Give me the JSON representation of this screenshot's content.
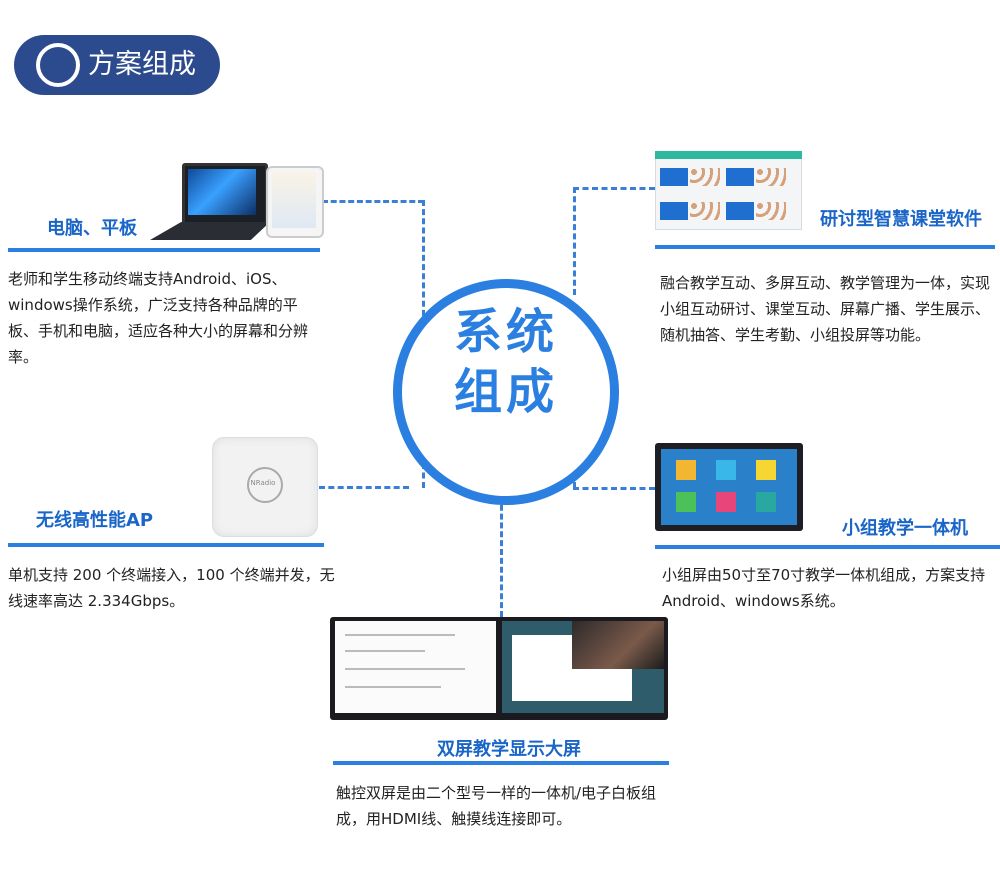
{
  "header": {
    "title": "方案组成"
  },
  "center": {
    "line1": "系统",
    "line2": "组成"
  },
  "colors": {
    "accent": "#2a7fe0",
    "heading": "#1a66c8",
    "header_bg": "#2c4a8e"
  },
  "sections": {
    "devices": {
      "title": "电脑、平板",
      "desc": "老师和学生移动终端支持Android、iOS、windows操作系统，广泛支持各种品牌的平板、手机和电脑，适应各种大小的屏幕和分辨率。"
    },
    "software": {
      "title": "研讨型智慧课堂软件",
      "desc": "融合教学互动、多屏互动、教学管理为一体，实现小组互动研讨、课堂互动、屏幕广播、学生展示、随机抽答、学生考勤、小组投屏等功能。"
    },
    "ap": {
      "title": "无线高性能AP",
      "desc": "单机支持 200 个终端接入，100 个终端并发，无线速率高达 2.334Gbps。",
      "device_label": "NRadio"
    },
    "group_display": {
      "title": "小组教学一体机",
      "desc": "小组屏由50寸至70寸教学一体机组成，方案支持Android、windows系统。"
    },
    "dual_screen": {
      "title": "双屏教学显示大屏",
      "desc": "触控双屏是由二个型号一样的一体机/电子白板组成，用HDMI线、触摸线连接即可。"
    }
  }
}
